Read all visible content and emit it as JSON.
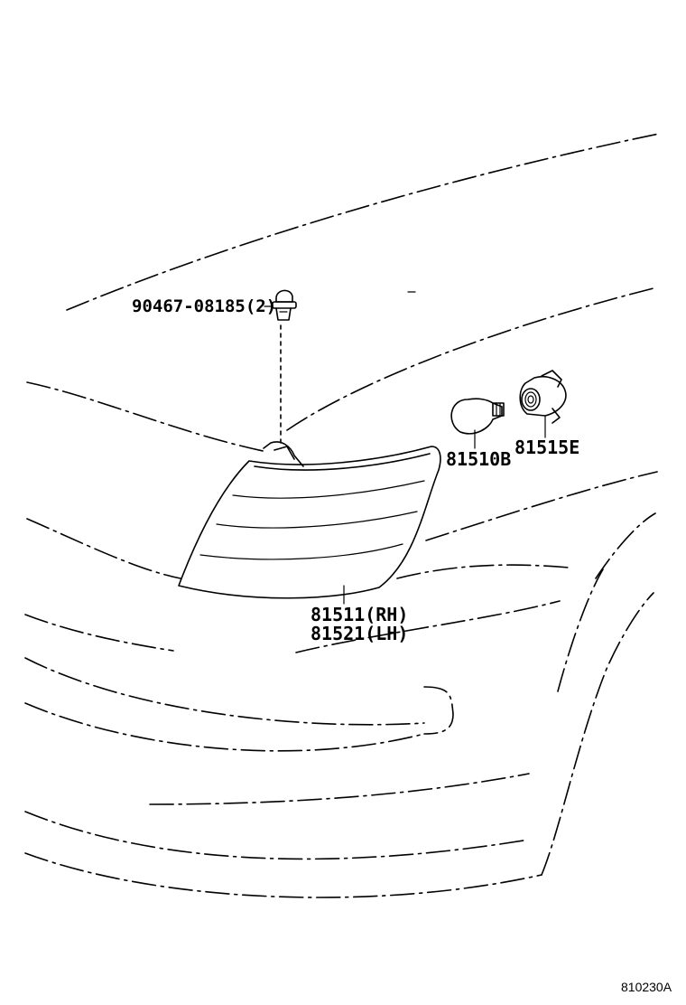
{
  "diagram": {
    "reference_code": "810230A",
    "parts": [
      {
        "id": "clip",
        "number": "90467-08185",
        "qty": "(2)"
      },
      {
        "id": "bulb",
        "number": "81510B"
      },
      {
        "id": "socket",
        "number": "81515E"
      },
      {
        "id": "lamp_rh",
        "number": "81511",
        "side": "(RH)"
      },
      {
        "id": "lamp_lh",
        "number": "81521",
        "side": "(LH)"
      }
    ]
  }
}
